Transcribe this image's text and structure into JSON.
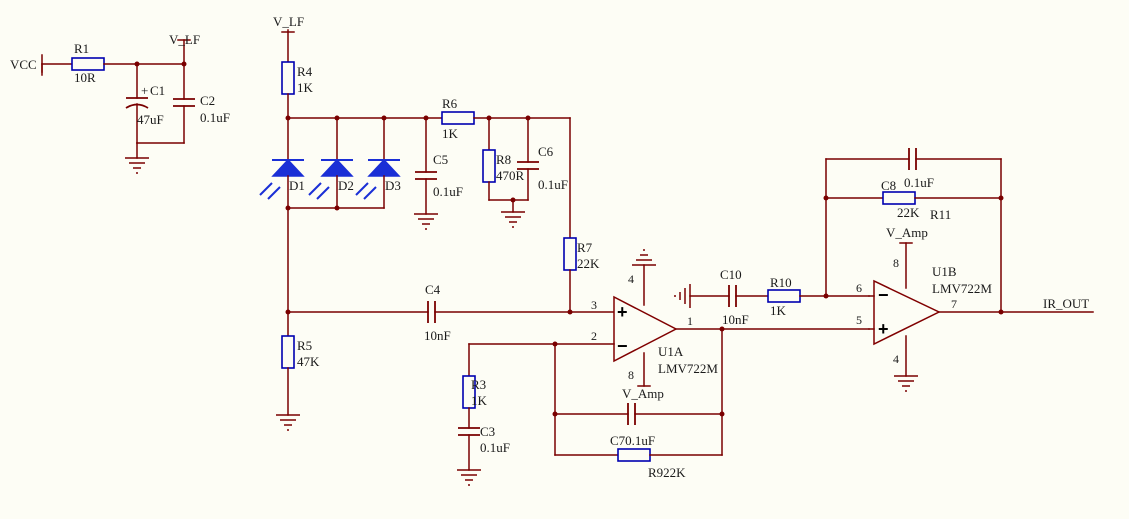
{
  "nets": {
    "vcc": "VCC",
    "v_lf_1": "V_LF",
    "v_lf_2": "V_LF",
    "v_amp_1": "V_Amp",
    "v_amp_2": "V_Amp",
    "ir_out": "IR_OUT"
  },
  "components": {
    "R1": {
      "ref": "R1",
      "value": "10R"
    },
    "C1": {
      "ref": "C1",
      "value": "47uF"
    },
    "C2": {
      "ref": "C2",
      "value": "0.1uF"
    },
    "R4": {
      "ref": "R4",
      "value": "1K"
    },
    "D1": {
      "ref": "D1"
    },
    "D2": {
      "ref": "D2"
    },
    "D3": {
      "ref": "D3"
    },
    "C5": {
      "ref": "C5",
      "value": "0.1uF"
    },
    "R6": {
      "ref": "R6",
      "value": "1K"
    },
    "R8": {
      "ref": "R8",
      "value": "470R"
    },
    "C6": {
      "ref": "C6",
      "value": "0.1uF"
    },
    "R7": {
      "ref": "R7",
      "value": "22K"
    },
    "C4": {
      "ref": "C4",
      "value": "10nF"
    },
    "R5": {
      "ref": "R5",
      "value": "47K"
    },
    "R3": {
      "ref": "R3",
      "value": "1K"
    },
    "C3": {
      "ref": "C3",
      "value": "0.1uF"
    },
    "C7": {
      "label": "C70.1uF"
    },
    "R9": {
      "label": "R922K"
    },
    "U1A": {
      "ref": "U1A",
      "value": "LMV722M"
    },
    "C10": {
      "ref": "C10",
      "value": "10nF"
    },
    "R10": {
      "ref": "R10",
      "value": "1K"
    },
    "C8": {
      "ref": "C8",
      "value": "0.1uF"
    },
    "R11": {
      "ref": "R11",
      "value": "22K"
    },
    "U1B": {
      "ref": "U1B",
      "value": "LMV722M"
    }
  },
  "pins": {
    "u1a_in_plus": "3",
    "u1a_in_minus": "2",
    "u1a_out": "1",
    "u1a_vcc": "4",
    "u1a_gnd": "8",
    "u1b_in_minus": "6",
    "u1b_in_plus": "5",
    "u1b_out": "7",
    "u1b_vcc": "8",
    "u1b_gnd": "4"
  },
  "symbols": {
    "plus": "+",
    "minus": "−",
    "c1_polarity": "+"
  }
}
